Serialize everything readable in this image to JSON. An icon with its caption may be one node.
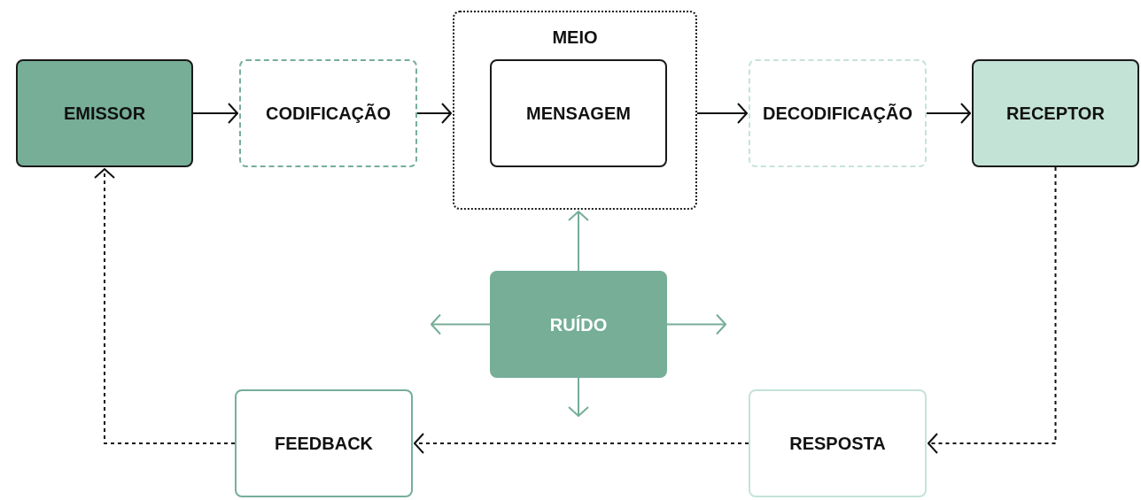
{
  "diagram": {
    "nodes": [
      {
        "text": [
          "EMISSOR"
        ]
      },
      {
        "text": [
          "CODIFICAÇÃO"
        ]
      },
      {
        "text": [
          "MEIO"
        ]
      },
      {
        "text": [
          "MENSAGEM"
        ],
        "in": 2
      },
      {
        "text": [
          "DECODIFICAÇÃO"
        ]
      },
      {
        "text": [
          "RECEPTOR"
        ]
      },
      {
        "text": [
          "RUÍDO"
        ]
      },
      {
        "text": [
          "FEEDBACK"
        ]
      },
      {
        "text": [
          "RESPOSTA"
        ]
      }
    ],
    "edges": [
      {
        "from": 0,
        "to": 1,
        "arrow": "to"
      },
      {
        "from": 1,
        "to": 2,
        "arrow": "to"
      },
      {
        "from": 2,
        "to": 4,
        "arrow": "to"
      },
      {
        "from": 4,
        "to": 5,
        "arrow": "to"
      },
      {
        "from": 5,
        "to": 8,
        "arrow": "to",
        "style": "dashed"
      },
      {
        "from": 8,
        "to": 7,
        "arrow": "to",
        "style": "dashed"
      },
      {
        "from": 7,
        "to": 0,
        "arrow": "to",
        "style": "dashed"
      },
      {
        "from": 6,
        "to": 2,
        "arrow": "to",
        "color": "#76ae98"
      },
      {
        "from": 6,
        "to": null,
        "arrow": "to",
        "color": "#76ae98"
      },
      {
        "from": 6,
        "to": null,
        "arrow": "to",
        "color": "#76ae98"
      },
      {
        "from": 6,
        "to": null,
        "arrow": "to",
        "color": "#76ae98"
      }
    ]
  }
}
